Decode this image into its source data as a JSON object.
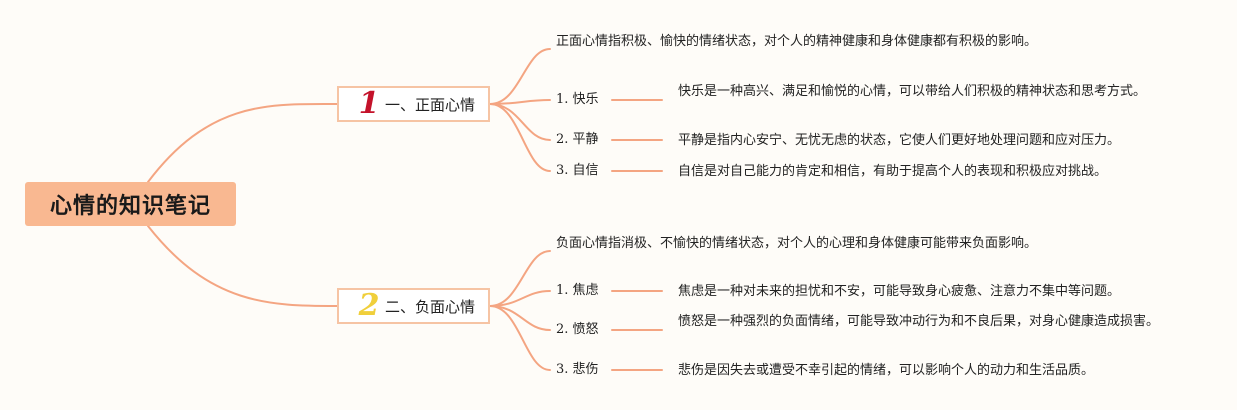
{
  "root": {
    "title": "心情的知识笔记"
  },
  "sections": [
    {
      "number": "1",
      "title": "一、正面心情",
      "intro": "正面心情指积极、愉快的情绪状态，对个人的精神健康和身体健康都有积极的影响。",
      "items": [
        {
          "label": "1. 快乐",
          "desc": "快乐是一种高兴、满足和愉悦的心情，可以带给人们积极的精神状态和思考方式。"
        },
        {
          "label": "2. 平静",
          "desc": "平静是指内心安宁、无忧无虑的状态，它使人们更好地处理问题和应对压力。"
        },
        {
          "label": "3. 自信",
          "desc": "自信是对自己能力的肯定和相信，有助于提高个人的表现和积极应对挑战。"
        }
      ]
    },
    {
      "number": "2",
      "title": "二、负面心情",
      "intro": "负面心情指消极、不愉快的情绪状态，对个人的心理和身体健康可能带来负面影响。",
      "items": [
        {
          "label": "1. 焦虑",
          "desc": "焦虑是一种对未来的担忧和不安，可能导致身心疲惫、注意力不集中等问题。"
        },
        {
          "label": "2. 愤怒",
          "desc": "愤怒是一种强烈的负面情绪，可能导致冲动行为和不良后果，对身心健康造成损害。"
        },
        {
          "label": "3. 悲伤",
          "desc": "悲伤是因失去或遭受不幸引起的情绪，可以影响个人的动力和生活品质。"
        }
      ]
    }
  ],
  "colors": {
    "connector": "#f4a582",
    "root_fill": "#f9b891",
    "section_border": "#f6c4a4",
    "number1": "#c4122a",
    "number2": "#f0cf3b"
  }
}
